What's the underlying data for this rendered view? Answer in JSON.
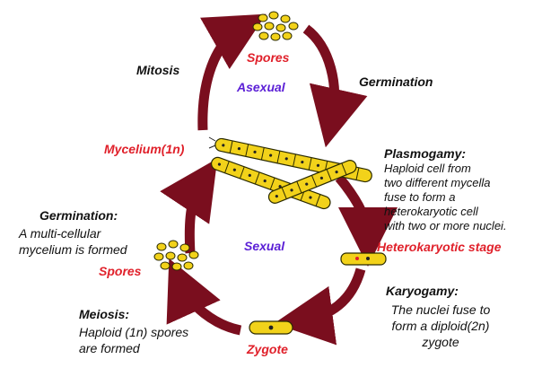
{
  "labels": {
    "spores_top": "Spores",
    "asexual": "Asexual",
    "mitosis": "Mitosis",
    "germination_top": "Germination",
    "mycelium": "Mycelium(1n)",
    "plasmogamy_title": "Plasmogamy:",
    "plasmogamy_lines": [
      "Haploid cell from",
      "two different mycella",
      "fuse to form a",
      "heterokaryotic cell",
      "with two or more nuclei."
    ],
    "heterokaryotic": "Heterokaryotic stage",
    "sexual": "Sexual",
    "germination_left_title": "Germination:",
    "germination_left_lines": [
      "A multi-cellular",
      "mycelium is formed"
    ],
    "spores_left": "Spores",
    "karyogamy_title": "Karyogamy:",
    "karyogamy_lines": [
      "The nuclei fuse to",
      "form a diploid(2n)",
      "zygote"
    ],
    "meiosis_title": "Meiosis:",
    "meiosis_lines": [
      "Haploid (1n) spores",
      "are formed"
    ],
    "zygote": "Zygote"
  },
  "colors": {
    "arrow": "#7a0e1e",
    "cell_fill": "#f2d21a",
    "cell_outline": "#2a2a00",
    "label_red": "#e0202a",
    "label_purple": "#5b1fd6"
  }
}
